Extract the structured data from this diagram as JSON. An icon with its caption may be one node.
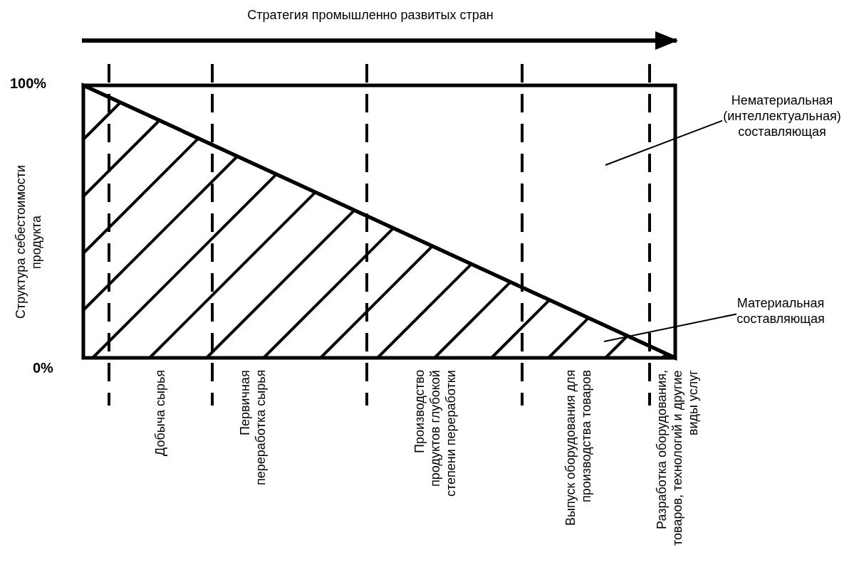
{
  "diagram": {
    "nodes": [
      {
        "text": [
          "Нематериальная (интеллектуальная) составляющая"
        ]
      },
      {
        "text": [],
        "shape": "triangle"
      },
      {
        "text": [
          "Материальная составляющая"
        ]
      },
      {
        "text": [],
        "shape": "triangle"
      }
    ],
    "edges": [
      {
        "from": 0,
        "to": 1,
        "arrow": "none"
      },
      {
        "from": 2,
        "to": 3,
        "arrow": "none"
      }
    ],
    "labels": [
      "Стратегия промышленно развитых стран",
      "100%",
      "Структура себестоимости продукта",
      "0%",
      "Добыча сырья",
      "Первичная переработка сырья",
      "Производство продуктов глубокой степени переработки",
      "Выпуск оборудования для производства товаров",
      "Разработка оборудования, товаров, технологий и другие виды услуг"
    ]
  }
}
